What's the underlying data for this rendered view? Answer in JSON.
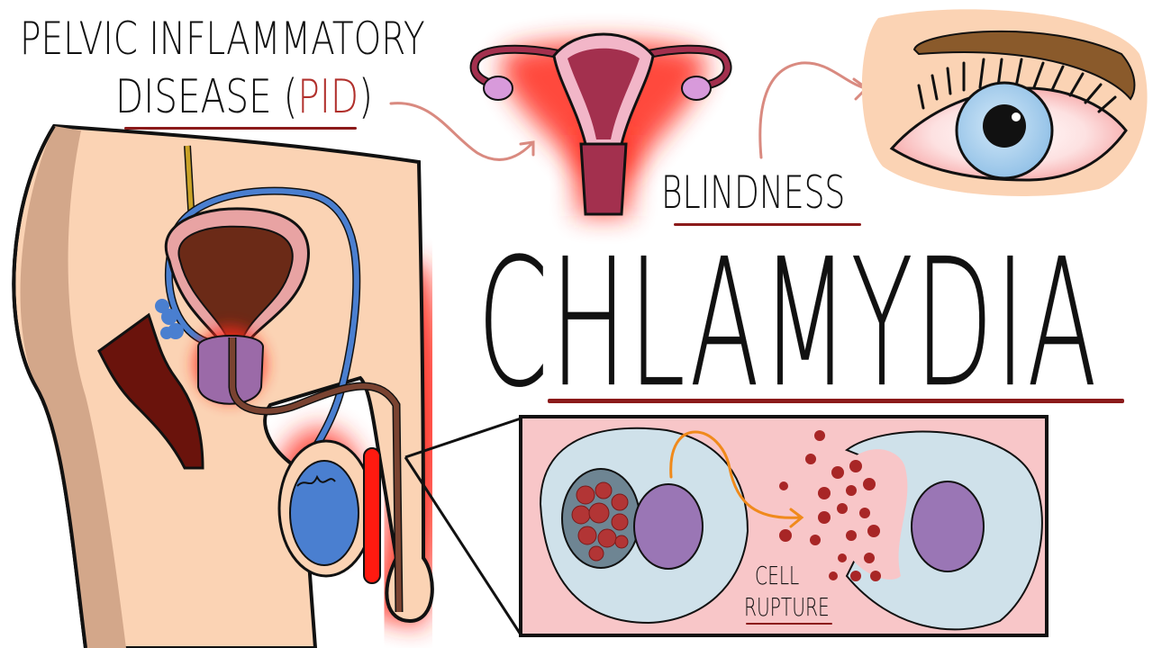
{
  "labels": {
    "pid_line1": "PELVIC INFLAMMATORY",
    "pid_line2_prefix": "DISEASE (",
    "pid_abbrev": "PID",
    "pid_line2_suffix": ")",
    "blindness": "BLINDNESS",
    "title": "CHLAMYDIA",
    "cell_rupture_line1": "CELL",
    "cell_rupture_line2": "RUPTURE"
  },
  "illustrations": {
    "uterus": "uterus-inflamed-illustration",
    "eye": "red-eye-conjunctivitis-illustration",
    "pelvis": "male-pelvis-cross-section-illustration",
    "cells": "cell-rupture-inset-illustration"
  },
  "colors": {
    "text": "#111111",
    "accent_red": "#b1302c",
    "underline": "#8b1a1a",
    "arrow": "#d98a80",
    "inflammation_glow": "#ff2a1a",
    "skin": "#fbd3b4",
    "skin_shadow": "#d3a78a",
    "bladder": "#6b2a17",
    "vas_deferens_blue": "#4a7fd0",
    "prostate_purple": "#9b6aa8",
    "inset_bg": "#f8c6c8",
    "cell_blue": "#cfe1ea",
    "nucleus_purple": "#9a76b5",
    "bacteria_red": "#a82626",
    "orange_arrow": "#f08a1c",
    "iris_blue": "#9cc8ec",
    "eyebrow_brown": "#8a5a2b"
  }
}
